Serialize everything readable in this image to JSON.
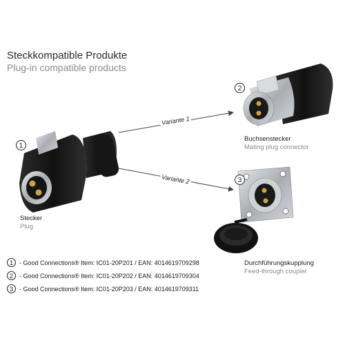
{
  "header": {
    "title_de": "Steckkompatible Produkte",
    "title_en": "Plug-in compatible products"
  },
  "products": [
    {
      "number": "1",
      "label_de": "Stecker",
      "label_en": "Plug"
    },
    {
      "number": "2",
      "label_de": "Buchsenstecker",
      "label_en": "Mating plug connector"
    },
    {
      "number": "3",
      "label_de": "Durchführungskupplung",
      "label_en": "Feed-through coupler"
    }
  ],
  "arrows": [
    {
      "label": "Variante 1"
    },
    {
      "label": "Variante 2"
    }
  ],
  "legend": [
    {
      "number": "1",
      "text": "- Good Connections® Item: IC01-20P201 / EAN: 4014619709298"
    },
    {
      "number": "2",
      "text": "- Good Connections® Item: IC01-20P202 / EAN: 4014619709304"
    },
    {
      "number": "3",
      "text": "- Good Connections® Item: IC01-20P203 / EAN: 4014619709311"
    }
  ],
  "colors": {
    "plug_body": "#1b1b1b",
    "metal": "#b9bcc0",
    "pins": "#c9a24a"
  }
}
